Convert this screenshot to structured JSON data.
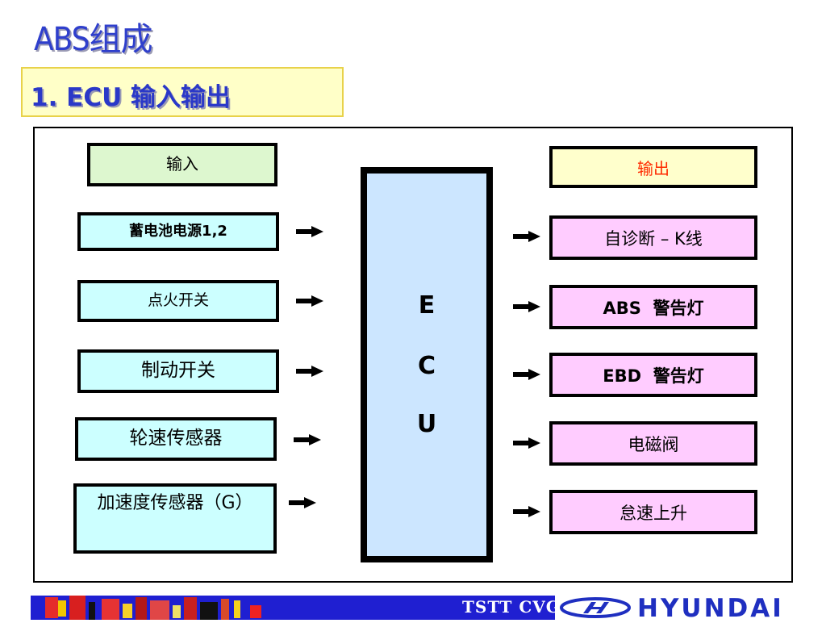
{
  "title": "ABS组成",
  "subtitle": "1. ECU 输入输出",
  "inputs": {
    "header": "输入",
    "items": [
      "蓄电池电源1,2",
      "点火开关",
      "制动开关",
      "轮速传感器",
      "加速度传感器（G）"
    ]
  },
  "ecu": {
    "letters": [
      "E",
      "C",
      "U"
    ]
  },
  "outputs": {
    "header": "输出",
    "items": [
      "自诊断 – K线",
      "ABS  警告灯",
      "EBD  警告灯",
      "电磁阀",
      "怠速上升"
    ]
  },
  "footer": {
    "text": "TSTT CVG",
    "brand": "HYUNDAI"
  },
  "colors": {
    "title": "#2f3fcc",
    "input_box": "#ccffff",
    "output_box": "#ffccff",
    "ecu": "#cce6ff",
    "output_header_text": "#ff2a00",
    "footer_bar": "#1f1fd1"
  },
  "icons": {
    "arrow": "right-arrow-icon",
    "logo": "hyundai-logo-icon"
  }
}
